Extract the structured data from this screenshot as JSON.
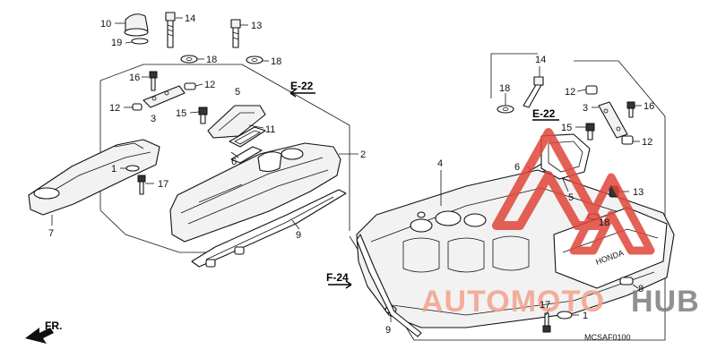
{
  "callouts": {
    "c10": "10",
    "c19": "19",
    "c14a": "14",
    "c13a": "13",
    "c18a": "18",
    "c18b": "18",
    "c16": "16",
    "c12a": "12",
    "c3a": "3",
    "c12b": "12",
    "c5a": "5",
    "c15a": "15",
    "c11": "11",
    "c6a": "6",
    "c2": "2",
    "c1a": "1",
    "c17a": "17",
    "c7": "7",
    "c9a": "9",
    "c14b": "14",
    "c18c": "18",
    "c12c": "12",
    "c3b": "3",
    "c16b": "16",
    "c15b": "15",
    "c12d": "12",
    "c4": "4",
    "c6b": "6",
    "c5b": "5",
    "c13b": "13",
    "c18d": "18",
    "c8": "8",
    "c17b": "17",
    "c1b": "1",
    "c9b": "9"
  },
  "references": {
    "e22_left": "E-22",
    "e22_right": "E-22",
    "f24": "F-24"
  },
  "direction_label": "FR.",
  "cover_brand": "HONDA",
  "diagram_code": "MCSAF0100",
  "watermark": {
    "prefix": "AUTOMOTO",
    "suffix": "HUB",
    "prefix_color": "#f2a28c",
    "suffix_color": "#7d7d7d",
    "triangle_color": "#e0463a"
  }
}
